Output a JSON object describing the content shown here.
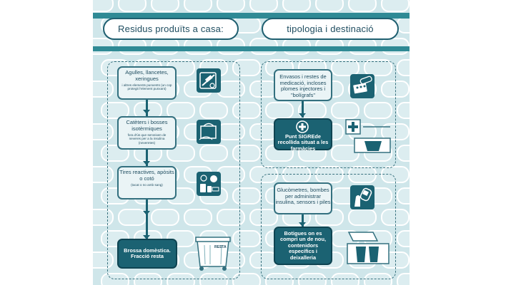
{
  "header": {
    "left_title": "Residus produïts a casa:",
    "right_title": "tipologia i destinació"
  },
  "left_column": {
    "items": [
      {
        "title": "Agulles, llancetes, xeringues",
        "subtitle": "i altres elements punxents (un cop protegit l'element punxant)",
        "icon": "syringe-lancets-icon"
      },
      {
        "title": "Catèters i bosses isotèrmiques",
        "subtitle": "fora d'ús que serveixen de neveres per a la insulina (neveretes)",
        "icon": "catheter-bag-icon"
      },
      {
        "title": "Tires reactives, apòsits o cotó",
        "subtitle": "(tacat o no amb sang)",
        "icon": "test-strips-icon"
      }
    ],
    "destination": "Brossa domèstica. Fracció resta",
    "bin_label": "RESTA"
  },
  "right_column": {
    "top_group": {
      "item_title": "Envasos i restes de medicació, incloses plomes injectores i \"bolígrafs\"",
      "item_icon": "medication-blister-icon",
      "destination_prefix": "Punt ",
      "destination_brand": "SIGRE",
      "destination_suffix": "de recollida situat a les farmàcies"
    },
    "bottom_group": {
      "item_title": "Glucòmetres, bombes per administrar insulina, sensors i piles",
      "item_icon": "glucometer-icon",
      "destination": "Botigues on es compri un de nou, contenidors específics i deixalleria"
    }
  },
  "colors": {
    "teal_dark": "#1b6272",
    "teal_band": "#2f8a95",
    "background": "#cfe6ea",
    "card_light": "#eaf4f6"
  }
}
